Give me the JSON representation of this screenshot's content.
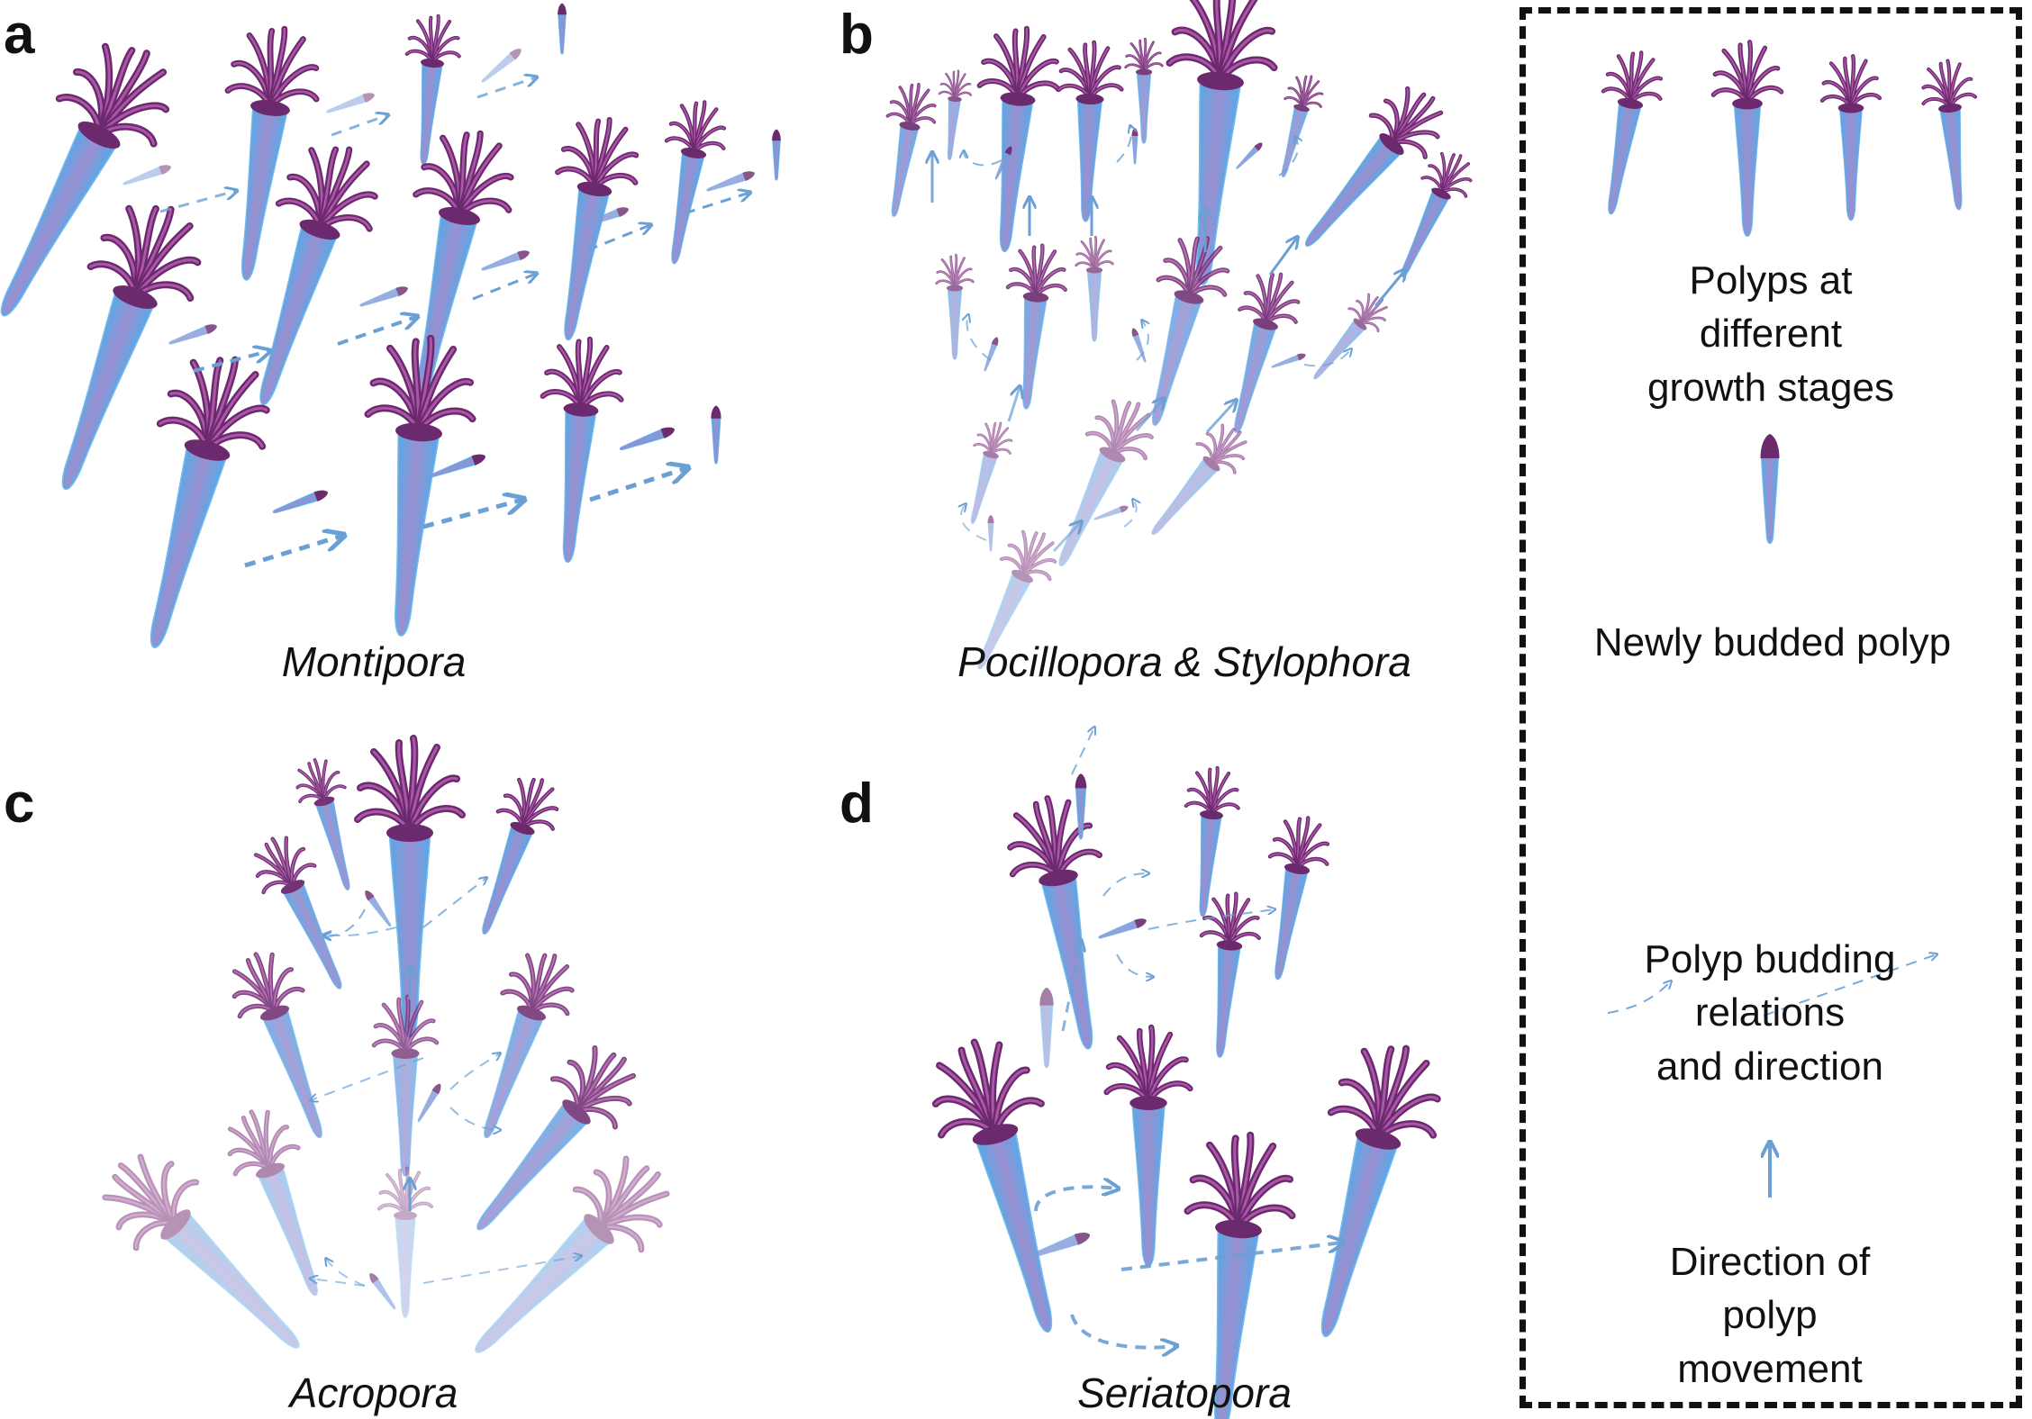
{
  "panels": {
    "a": {
      "letter": "a",
      "genus": "Montipora"
    },
    "b": {
      "letter": "b",
      "genus": "Pocillopora & Stylophora"
    },
    "c": {
      "letter": "c",
      "genus": "Acropora"
    },
    "d": {
      "letter": "d",
      "genus": "Seriatopora"
    }
  },
  "legend": {
    "stages": "Polyps at different\ngrowth stages",
    "bud": "Newly budded polyp",
    "relations": "Polyp budding relations\nand direction",
    "movement": "Direction of\npolyp movement"
  },
  "colors": {
    "tentacle_dark": "#6b2a6e",
    "tentacle_light": "#e07ad6",
    "body": "#8fb8e0",
    "body_edge": "#5aa8e6",
    "arrow": "#6aa0d4",
    "text": "#111111"
  }
}
